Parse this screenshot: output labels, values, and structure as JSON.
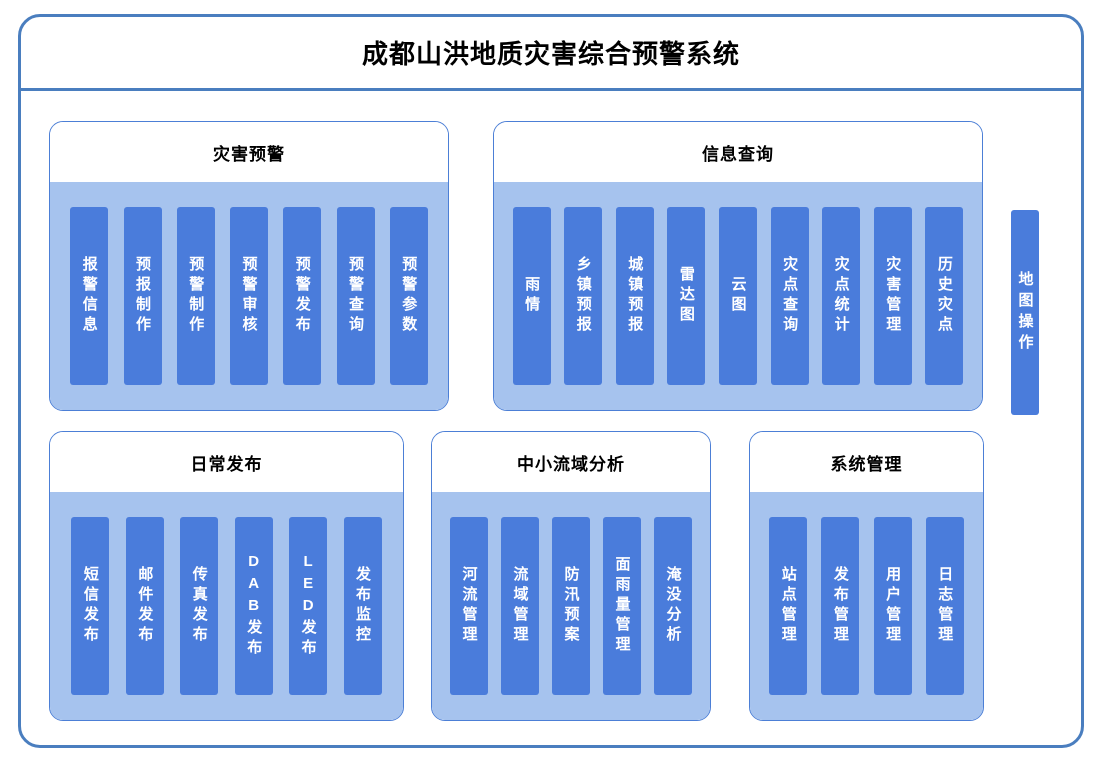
{
  "title": "成都山洪地质灾害综合预警系统",
  "panels": [
    {
      "title": "灾害预警",
      "items": [
        "报警信息",
        "预报制作",
        "预警制作",
        "预警审核",
        "预警发布",
        "预警查询",
        "预警参数"
      ]
    },
    {
      "title": "信息查询",
      "items": [
        "雨情",
        "乡镇预报",
        "城镇预报",
        "雷达图",
        "云图",
        "灾点查询",
        "灾点统计",
        "灾害管理",
        "历史灾点"
      ]
    },
    {
      "title": "日常发布",
      "items": [
        "短信发布",
        "邮件发布",
        "传真发布",
        "DAB发布",
        "LED发布",
        "发布监控"
      ]
    },
    {
      "title": "中小流域分析",
      "items": [
        "河流管理",
        "流域管理",
        "防汛预案",
        "面雨量管理",
        "淹没分析"
      ]
    },
    {
      "title": "系统管理",
      "items": [
        "站点管理",
        "发布管理",
        "用户管理",
        "日志管理"
      ]
    }
  ],
  "map_bar": {
    "label": "地图操作"
  },
  "colors": {
    "frame_border": "#4A7EBF",
    "panel_border": "#4C7FD6",
    "panel_body": "#A6C3EE",
    "item_bg": "#4A7CDB",
    "item_text": "#FFFFFF"
  }
}
